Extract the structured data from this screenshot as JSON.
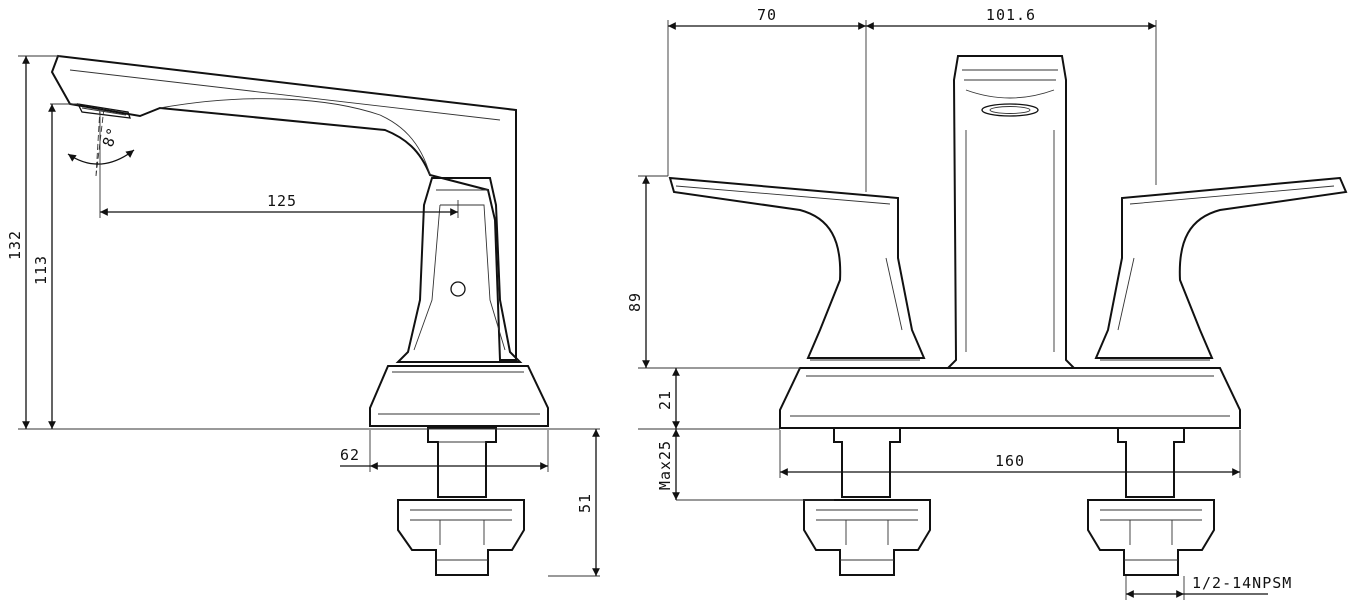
{
  "dimensions": {
    "spout_height": "132",
    "aerator_height": "113",
    "spout_reach": "125",
    "base_depth": "62",
    "shank_length": "51",
    "handle_offset": "70",
    "spout_spacing": "101.6",
    "handle_height": "89",
    "base_height": "21",
    "deck_thickness": "Max25",
    "centerset": "160",
    "thread_spec": "1/2-14NPSM",
    "spray_angle": "8°"
  }
}
